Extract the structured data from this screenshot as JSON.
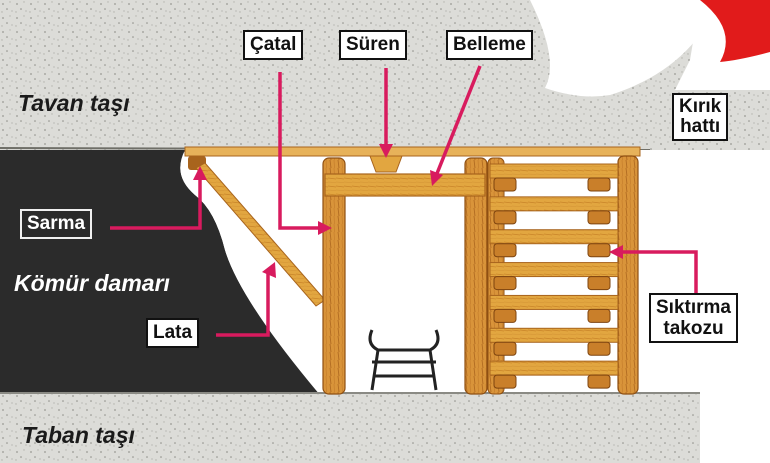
{
  "zones": {
    "roof": "Tavan taşı",
    "floor": "Taban taşı",
    "coal": "Kömür damarı"
  },
  "labels": {
    "catal": "Çatal",
    "suren": "Süren",
    "belleme": "Belleme",
    "kirik_line1": "Kırık",
    "kirik_line2": "hattı",
    "sarma": "Sarma",
    "lata": "Lata",
    "siktirma_line1": "Sıktırma",
    "siktirma_line2": "takozu"
  },
  "colors": {
    "rock": "#dcdcd8",
    "coal": "#2b2b2b",
    "timber": "#e2a640",
    "timber_dark": "#a8641d",
    "pointer": "#d81b5e",
    "accent_red": "#e11b1b"
  }
}
